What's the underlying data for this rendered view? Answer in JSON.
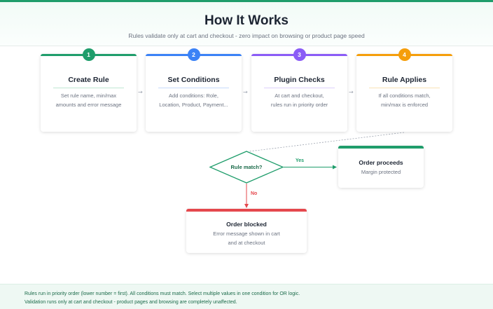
{
  "header": {
    "title": "How It Works",
    "subtitle": "Rules validate only at cart and checkout - zero impact on browsing or product page speed"
  },
  "steps": [
    {
      "number": "1",
      "title": "Create Rule",
      "desc_1": "Set rule name, min/max",
      "desc_2": "amounts and error message",
      "color": "#1f9d6b"
    },
    {
      "number": "2",
      "title": "Set Conditions",
      "desc_1": "Add conditions: Role,",
      "desc_2": "Location, Product, Payment...",
      "color": "#3b82f6"
    },
    {
      "number": "3",
      "title": "Plugin Checks",
      "desc_1": "At cart and checkout,",
      "desc_2": "rules run in priority order",
      "color": "#8b5cf6"
    },
    {
      "number": "4",
      "title": "Rule Applies",
      "desc_1": "If all conditions match,",
      "desc_2": "min/max is enforced",
      "color": "#f59e0b"
    }
  ],
  "decision": {
    "label": "Rule match?",
    "yes_label": "Yes",
    "no_label": "No"
  },
  "outcomes": {
    "proceeds": {
      "title": "Order proceeds",
      "desc": "Margin protected",
      "color": "#1f9d6b"
    },
    "blocked": {
      "title": "Order blocked",
      "desc_1": "Error message shown in cart",
      "desc_2": "and at checkout",
      "color": "#e5484d"
    }
  },
  "footer": {
    "line_1": "Rules run in priority order (lower number = first). All conditions must match. Select multiple values in one condition for OR logic.",
    "line_2": "Validation runs only at cart and checkout - product pages and browsing are completely unaffected."
  }
}
